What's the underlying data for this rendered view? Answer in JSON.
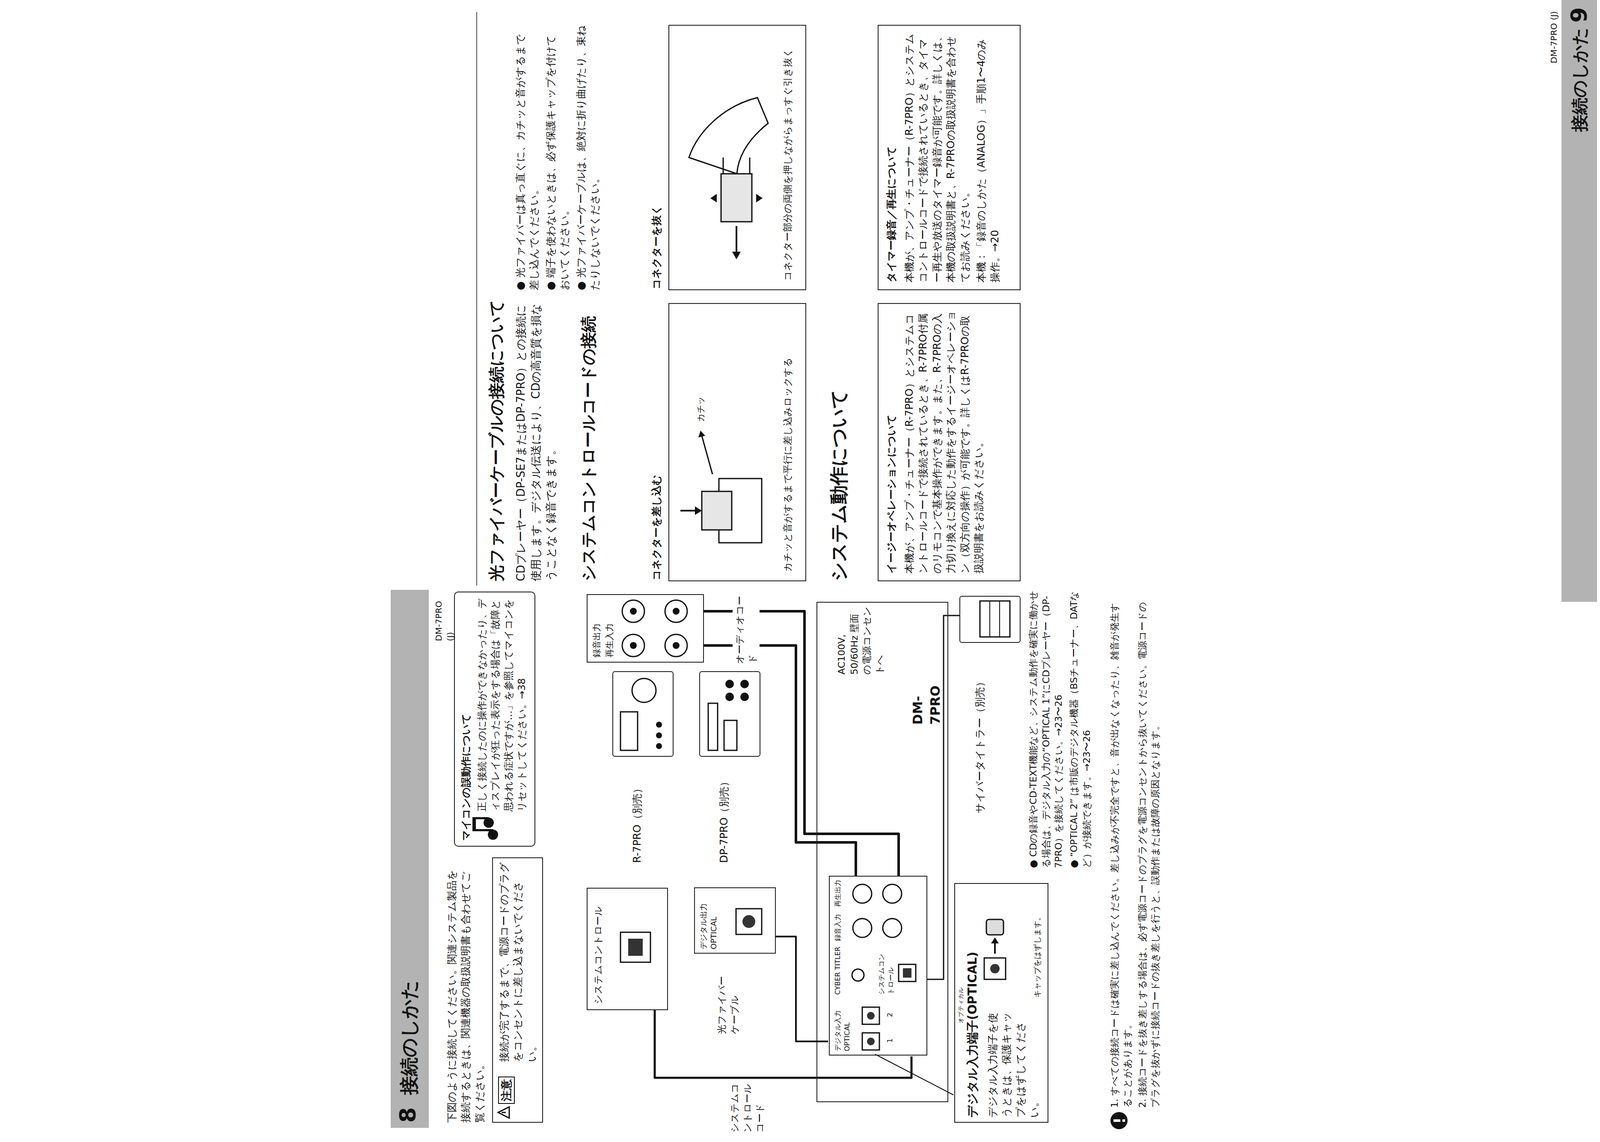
{
  "diagram": {
    "title": "接続のしかた",
    "nodes": [
      {
        "text": [
          "注意",
          "接続が完了するまで、電源コードのプラグをコンセントに差し込まないでください。"
        ]
      },
      {
        "text": [
          "マイコンの誤動作について",
          "正しく接続したのに操作ができなかったり、ディスプレイが狂った表示をする場合は「故障と思われる症状ですが…」を参照してマイコンをリセットしてください。→38"
        ]
      },
      {
        "text": [
          "システムコントロール"
        ]
      },
      {
        "text": [
          "録音出力",
          "再生入力"
        ]
      },
      {
        "text": [
          "R-7PRO（別売）"
        ]
      },
      {
        "text": [
          "DP-7PRO（別売）"
        ]
      },
      {
        "text": [
          "デジタル出力 OPTICAL"
        ]
      },
      {
        "text": [
          "DM-7PRO"
        ]
      },
      {
        "text": [
          "デジタル入力 OPTICAL",
          "1",
          "2",
          "CYBER TITLER",
          "システムコントロール",
          "録音入力",
          "再生出力"
        ],
        "in": 7
      },
      {
        "text": [
          "サイバータイトラー（別売）"
        ]
      },
      {
        "text": [
          "オプティカル",
          "デジタル入力端子(OPTICAL)",
          "デジタル入力端子を使うときは、保護キャップをはずしてください。",
          "キャップをはずします。"
        ]
      },
      {
        "text": [
          "コネクターを差し込む",
          "カチッ",
          "カチッと音がするまで平行に差し込みロックする"
        ]
      },
      {
        "text": [
          "コネクターを抜く",
          "コネクター部分の両側を押しながらまっすぐ引き抜く"
        ]
      },
      {
        "text": [
          "イージーオペレーションについて",
          "本機が、アンプ・チューナー（R-7PRO）とシステムコントロールコードで接続されているとき、R-7PRO付属のリモコンで基本操作ができます。また、R-7PROの入力切り換えに対応した動作をするイージーオペレーション（双方向の操作）が可能です。詳しくはR-7PROの取扱説明書をお読みください。"
        ]
      },
      {
        "text": [
          "タイマー録音／再生について",
          "本機が、アンプ・チューナー（R-7PRO）とシステムコントロールコードで接続されているとき、タイマー再生や放送のタイマー録音が可能です。詳しくは、本機の取扱説明書と、R-7PROの取扱説明書を合わせてお読みください。",
          "本機：「録音のしかた（ANALOG）」手順1〜4のみ操作。→20"
        ]
      }
    ],
    "edges": [
      {
        "from": 2,
        "to": 8,
        "label": "システムコントロールコード",
        "arrow": "none"
      },
      {
        "from": 6,
        "to": 8,
        "label": "光ファイバーケーブル",
        "arrow": "none"
      },
      {
        "from": 3,
        "to": 8,
        "label": "オーディオコード",
        "arrow": "none"
      },
      {
        "from": 3,
        "to": 8,
        "arrow": "none"
      },
      {
        "from": 9,
        "to": 8,
        "arrow": "none"
      }
    ],
    "labels": [
      "8",
      "DM-7PRO (J)",
      "下図のように接続してください。関連システム製品を接続するときは、関連機器の取扱説明書も合わせてご覧ください。",
      "AC100V, 50/60Hz 壁面の電源コンセントへ",
      "● CDの録音やCD-TEXT機能など、システム動作を確実に働かせる場合は、デジタル入力の“OPTICAL 1”にCDプレーヤー（DP-7PRO）を接続してください。→23〜26",
      "● “OPTICAL 2” は市販のデジタル機器（BSチューナー、DATなど）が接続できます。→23〜26",
      "1. すべての接続コードは確実に差し込んでください。差し込みが不完全ですと、音が出なくなったり、雑音が発生することがあります。",
      "2. 接続コードを抜き差しする場合は、必ず電源コードのプラグを電源コンセントから抜いてください。電源コードのプラグを抜かずに接続コードの抜き差しを行うと、誤動作または故障の原因となります。",
      "接続のしかた",
      "9",
      "DM-7PRO (J)",
      "光ファイバーケーブルの接続について",
      "CDプレーヤー（DP-SE7またはDP-7PRO）との接続に使用します。デジタル伝送により、CDの高音質を損なうことなく録音できます。",
      "● 光ファイバーは真っ直ぐに、カチッと音がするまで差し込んでください。",
      "● 端子を使わないときは、必ず保護キャップを付けておいてください。",
      "● 光ファイバーケーブルは、絶対に折り曲げたり、束ねたりしないでください。",
      "システムコントロールコードの接続",
      "システム動作について"
    ]
  }
}
